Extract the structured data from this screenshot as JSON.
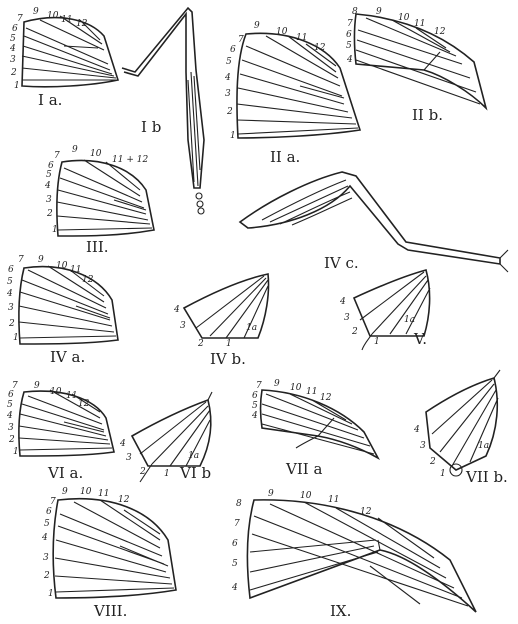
{
  "figures": {
    "Ia": {
      "caption": "I a.",
      "numbers": [
        "1",
        "2",
        "3",
        "4",
        "5",
        "6",
        "7",
        "9",
        "10",
        "11",
        "12"
      ]
    },
    "Ib": {
      "caption": "I b",
      "numbers": []
    },
    "IIa": {
      "caption": "II a.",
      "numbers": [
        "1",
        "2",
        "3",
        "4",
        "5",
        "6",
        "7",
        "9",
        "10",
        "11",
        "12"
      ]
    },
    "IIb": {
      "caption": "II b.",
      "numbers": [
        "4",
        "5",
        "6",
        "7",
        "8",
        "9",
        "10",
        "11",
        "12"
      ]
    },
    "III": {
      "caption": "III.",
      "numbers": [
        "1",
        "2",
        "3",
        "4",
        "5",
        "6",
        "7",
        "9",
        "10",
        "11 + 12"
      ]
    },
    "IVc": {
      "caption": "IV c.",
      "numbers": []
    },
    "IVa": {
      "caption": "IV a.",
      "numbers": [
        "1",
        "2",
        "3",
        "4",
        "5",
        "6",
        "7",
        "9",
        "10",
        "11",
        "12"
      ]
    },
    "IVb": {
      "caption": "IV b.",
      "numbers": [
        "4",
        "3",
        "2",
        "1",
        "1a"
      ]
    },
    "V": {
      "caption": "V.",
      "numbers": [
        "4",
        "3",
        "2",
        "1",
        "1a"
      ]
    },
    "VIa": {
      "caption": "VI a.",
      "numbers": [
        "1",
        "2",
        "3",
        "4",
        "5",
        "6",
        "7",
        "9",
        "10",
        "11",
        "12"
      ]
    },
    "VIb": {
      "caption": "VI b",
      "numbers": [
        "4",
        "3",
        "2",
        "1",
        "1a"
      ]
    },
    "VIIa": {
      "caption": "VII a",
      "numbers": [
        "4",
        "5",
        "6",
        "7",
        "9",
        "10",
        "11",
        "12"
      ]
    },
    "VIIb": {
      "caption": "VII b.",
      "numbers": [
        "4",
        "3",
        "2",
        "1",
        "1a"
      ]
    },
    "VIII": {
      "caption": "VIII.",
      "numbers": [
        "1",
        "2",
        "3",
        "4",
        "5",
        "6",
        "7",
        "9",
        "10",
        "11",
        "12"
      ]
    },
    "IX": {
      "caption": "IX.",
      "numbers": [
        "4",
        "5",
        "6",
        "7",
        "8",
        "9",
        "10",
        "11",
        "12"
      ]
    }
  }
}
